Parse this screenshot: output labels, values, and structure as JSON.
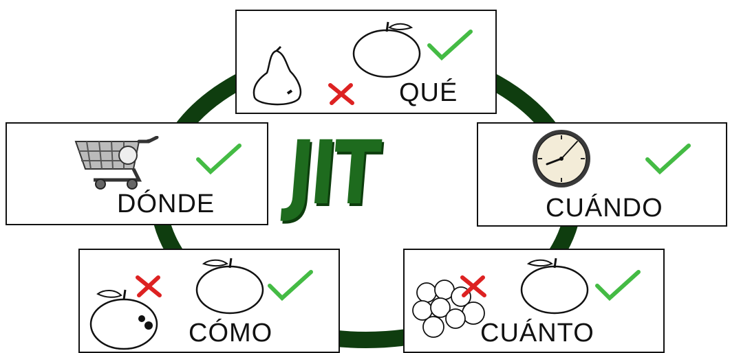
{
  "title": "JIT",
  "colors": {
    "ring": "#0f3d0f",
    "title": "#1e6b1e",
    "check": "#44bb44",
    "cross": "#dd2222"
  },
  "boxes": {
    "que": {
      "label": "QUÉ",
      "icons": [
        "pear-icon",
        "cross-icon",
        "apple-icon",
        "check-icon"
      ]
    },
    "donde": {
      "label": "DÓNDE",
      "icons": [
        "shopping-cart-icon",
        "check-icon"
      ]
    },
    "cuando": {
      "label": "CUÁNDO",
      "icons": [
        "clock-icon",
        "check-icon"
      ]
    },
    "como": {
      "label": "CÓMO",
      "icons": [
        "bruised-apple-icon",
        "cross-icon",
        "apple-icon",
        "check-icon"
      ]
    },
    "cuanto": {
      "label": "CUÁNTO",
      "icons": [
        "apple-pile-icon",
        "cross-icon",
        "apple-icon",
        "check-icon"
      ]
    }
  }
}
